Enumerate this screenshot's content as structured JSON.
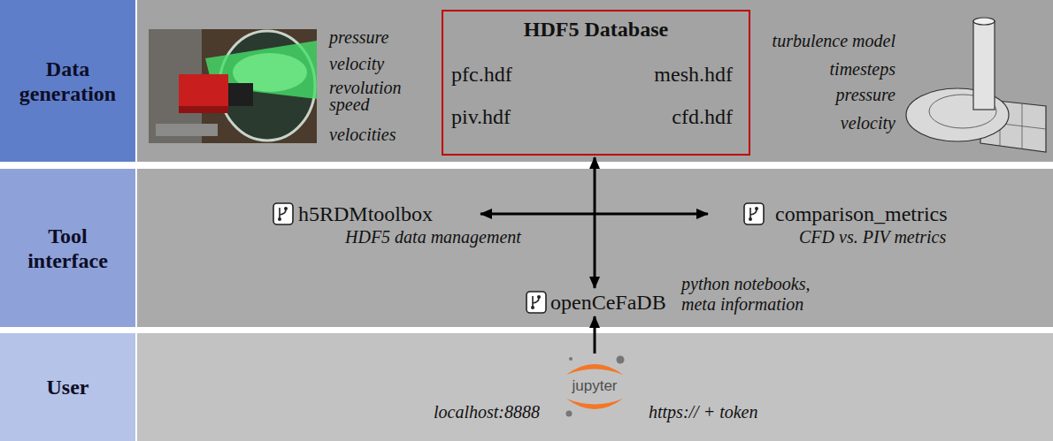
{
  "diagram": {
    "nodes": [
      {
        "text": [
          "Data generation"
        ]
      },
      {
        "text": [
          "Tool interface"
        ]
      },
      {
        "text": [
          "User"
        ]
      },
      {
        "text": [
          "HDF5 Database",
          "pfc.hdf",
          "mesh.hdf",
          "piv.hdf",
          "cfd.hdf"
        ]
      },
      {
        "text": [
          "h5RDMtoolbox",
          "HDF5 data management"
        ]
      },
      {
        "text": [
          "comparison_metrics",
          "CFD vs. PIV metrics"
        ]
      },
      {
        "text": [
          "openCeFaDB",
          "python notebooks, meta information"
        ]
      },
      {
        "text": [
          "jupyter"
        ]
      }
    ],
    "edges": [
      {
        "from": 4,
        "to": 5,
        "arrow": "both"
      },
      {
        "from": 3,
        "to": 6,
        "arrow": "both"
      },
      {
        "from": 7,
        "to": 6,
        "arrow": "to"
      }
    ],
    "labels": [
      "pressure",
      "velocity",
      "revolution speed",
      "velocities",
      "turbulence model",
      "timesteps",
      "pressure",
      "velocity",
      "localhost:8888",
      "https:// + token"
    ]
  }
}
